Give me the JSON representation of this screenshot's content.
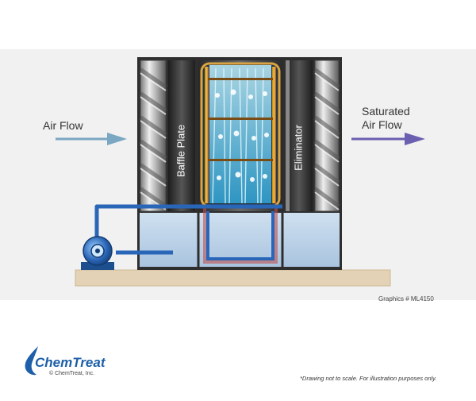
{
  "labels": {
    "air_flow_in": "Air Flow",
    "air_flow_out_line1": "Saturated",
    "air_flow_out_line2": "Air Flow",
    "baffle_plate": "Baffle Plate",
    "eliminator": "Eliminator",
    "graphics_id": "Graphics # ML4150"
  },
  "branding": {
    "logo_text": "ChemTreat",
    "copyright": "© ChemTreat, Inc.",
    "disclaimer": "*Drawing not to scale. For illustration purposes only."
  },
  "colors": {
    "background_band": "#f1f1f1",
    "water": "#bcd4ea",
    "pipe": "#2a66b8",
    "arrow_in": "#7aa7c2",
    "arrow_out": "#6a5fb0",
    "ground": "#e3d2b6",
    "housing": "#2e2e2e",
    "logo_blue": "#1d5fa8"
  }
}
